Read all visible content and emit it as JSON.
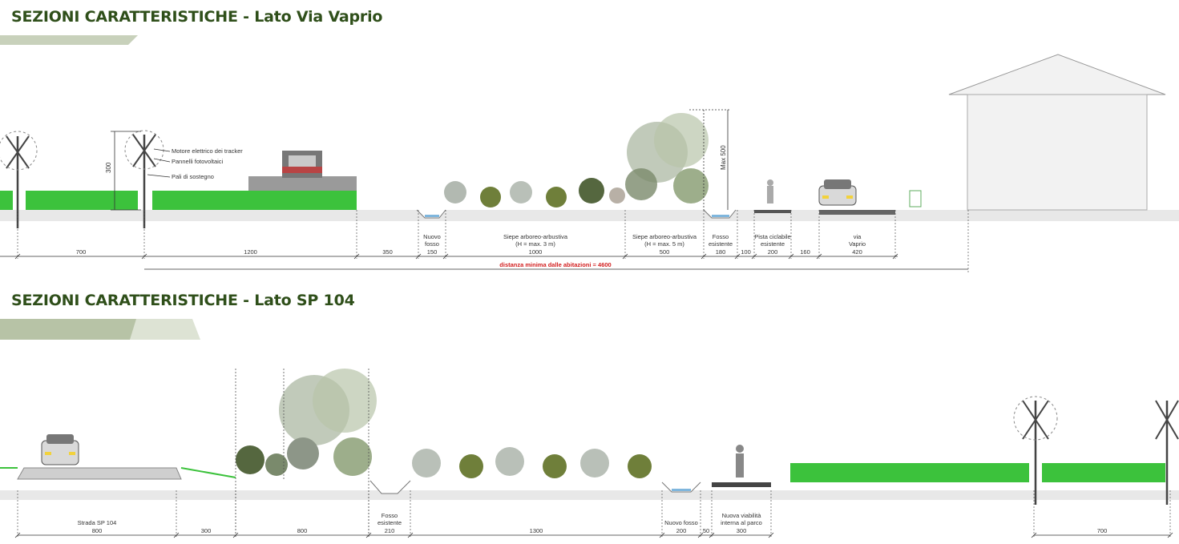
{
  "sections": [
    {
      "title": "SEZIONI CARATTERISTICHE - Lato Via Vaprio",
      "annotations": {
        "height_dim": "300",
        "tracker_motor": "Motore elettrico dei tracker",
        "pv_panels": "Pannelli fotovoltaici",
        "support_poles": "Pali di sostegno",
        "max_height": "Max 500"
      },
      "segments": [
        {
          "label": "",
          "value": "700"
        },
        {
          "label": "",
          "value": "1200"
        },
        {
          "label": "",
          "value": "350"
        },
        {
          "label": "Nuovo fosso",
          "value": "150"
        },
        {
          "label": "Siepe arboreo-arbustiva (H = max. 3 m)",
          "value": "1000"
        },
        {
          "label": "Siepe arboreo-arbustiva (H = max. 5 m)",
          "value": "500"
        },
        {
          "label": "Fosso esistente",
          "value": "180"
        },
        {
          "label": "",
          "value": "100"
        },
        {
          "label": "Pista ciclabile esistente",
          "value": "200"
        },
        {
          "label": "",
          "value": "160"
        },
        {
          "label": "via Vaprio",
          "value": "420"
        }
      ],
      "distance_note": "distanza minima dalle abitazioni = 4600"
    },
    {
      "title": "SEZIONI CARATTERISTICHE - Lato SP 104",
      "segments": [
        {
          "label": "Strada SP 104",
          "value": "800"
        },
        {
          "label": "",
          "value": "300"
        },
        {
          "label": "",
          "value": "800"
        },
        {
          "label": "Fosso esistente",
          "value": "210"
        },
        {
          "label": "",
          "value": "1300"
        },
        {
          "label": "Nuovo fosso",
          "value": "200"
        },
        {
          "label": "",
          "value": "50"
        },
        {
          "label": "Nuova viabilità interna al parco",
          "value": "300"
        },
        {
          "label": "",
          "value": "700"
        }
      ]
    }
  ],
  "colors": {
    "title": "#2f4f1a",
    "band_dark": "#b7c3a6",
    "band_light": "#dde3d4",
    "crop": "#3cc23c",
    "dimension": "#333333",
    "note": "#d21e1e",
    "tree": "#7f9a7a"
  }
}
